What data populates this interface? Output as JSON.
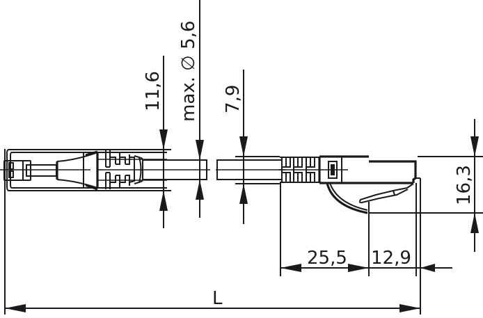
{
  "drawing": {
    "title": "Patch cable dimension drawing",
    "line_color": "#1a1a1a",
    "background": "#ffffff"
  },
  "dimensions": {
    "boot_left_height": "11,6",
    "cable_diameter": "max. ∅ 5,6",
    "boot_right_height": "7,9",
    "plug_height": "16,3",
    "boot_length": "25,5",
    "plug_length": "12,9",
    "total_length": "L"
  }
}
